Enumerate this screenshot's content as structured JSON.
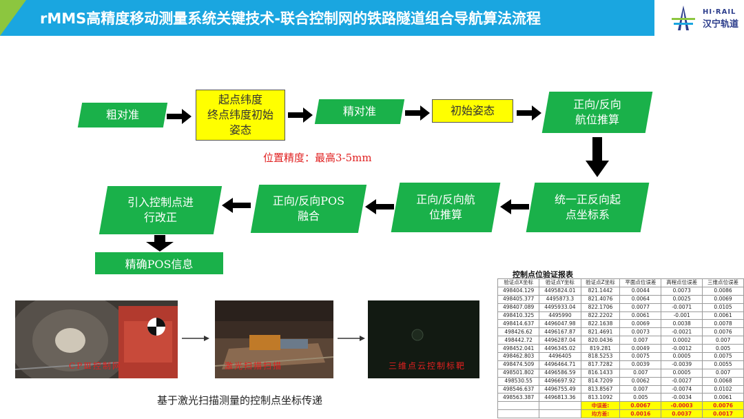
{
  "header": {
    "title": "rMMS高精度移动测量系统关键技术-联合控制网的铁路隧道组合导航算法流程",
    "logo_en": "HI·RAIL",
    "logo_cn": "汉宁轨道"
  },
  "flow": {
    "coarse_align": "粗对准",
    "lat_init_1": "起点纬度",
    "lat_init_2": "终点纬度初始",
    "lat_init_3": "姿态",
    "fine_align": "精对准",
    "init_attitude": "初始姿态",
    "dr_top_1": "正向/反向",
    "dr_top_2": "航位推算",
    "unify_1": "统一正反向起",
    "unify_2": "点坐标系",
    "dr_mid_1": "正向/反向航",
    "dr_mid_2": "位推算",
    "pos_fusion_1": "正向/反向POS",
    "pos_fusion_2": "融合",
    "control_pt_1": "引入控制点进",
    "control_pt_2": "行改正",
    "precise_pos": "精确POS信息",
    "precision": "位置精度：最高3-5mm"
  },
  "photos": {
    "label_1": "CPⅢ控制网",
    "label_2": "激光扫描扫描",
    "label_3": "三维点云控制标靶",
    "caption": "基于激光扫描测量的控制点坐标传递"
  },
  "table": {
    "title": "控制点位验证报表",
    "headers": [
      "验证点X坐标",
      "验证点Y坐标",
      "验证点Z坐标",
      "平面点位误差",
      "高程点位误差",
      "三维点位误差"
    ],
    "rows": [
      [
        "498404.129",
        "4495824.01",
        "821.1442",
        "0.0044",
        "0.0073",
        "0.0086"
      ],
      [
        "498405.377",
        "4495873.3",
        "821.4076",
        "0.0064",
        "0.0025",
        "0.0069"
      ],
      [
        "498407.089",
        "4495933.04",
        "822.1706",
        "0.0077",
        "-0.0071",
        "0.0105"
      ],
      [
        "498410.325",
        "4495990",
        "822.2202",
        "0.0061",
        "-0.001",
        "0.0061"
      ],
      [
        "498414.637",
        "4496047.98",
        "822.1638",
        "0.0069",
        "0.0038",
        "0.0078"
      ],
      [
        "498426.62",
        "4496167.87",
        "821.4691",
        "0.0073",
        "-0.0021",
        "0.0076"
      ],
      [
        "498442.72",
        "4496287.04",
        "820.0436",
        "0.007",
        "0.0002",
        "0.007"
      ],
      [
        "498452.041",
        "4496345.02",
        "819.281",
        "0.0049",
        "-0.0012",
        "0.005"
      ],
      [
        "498462.803",
        "4496405",
        "818.5253",
        "0.0075",
        "0.0005",
        "0.0075"
      ],
      [
        "498474.509",
        "4496464.71",
        "817.7282",
        "0.0039",
        "-0.0039",
        "0.0055"
      ],
      [
        "498501.802",
        "4496586.59",
        "816.1433",
        "0.007",
        "0.0005",
        "0.007"
      ],
      [
        "498530.55",
        "4496697.92",
        "814.7209",
        "0.0062",
        "-0.0027",
        "0.0068"
      ],
      [
        "498546.637",
        "4496755.49",
        "813.8567",
        "0.007",
        "-0.0074",
        "0.0102"
      ],
      [
        "498563.387",
        "4496813.36",
        "813.1092",
        "0.005",
        "-0.0034",
        "0.0061"
      ]
    ],
    "median_label": "中误差:",
    "median": [
      "0.0067",
      "-0.0003",
      "0.0076"
    ],
    "rms_label": "均方差:",
    "rms": [
      "0.0016",
      "0.0037",
      "0.0017"
    ]
  },
  "colors": {
    "header_blue": "#1aa6e0",
    "header_green": "#8cc63f",
    "box_green": "#1ab14a",
    "box_yellow": "#ffff00",
    "precision_red": "#e02020"
  }
}
